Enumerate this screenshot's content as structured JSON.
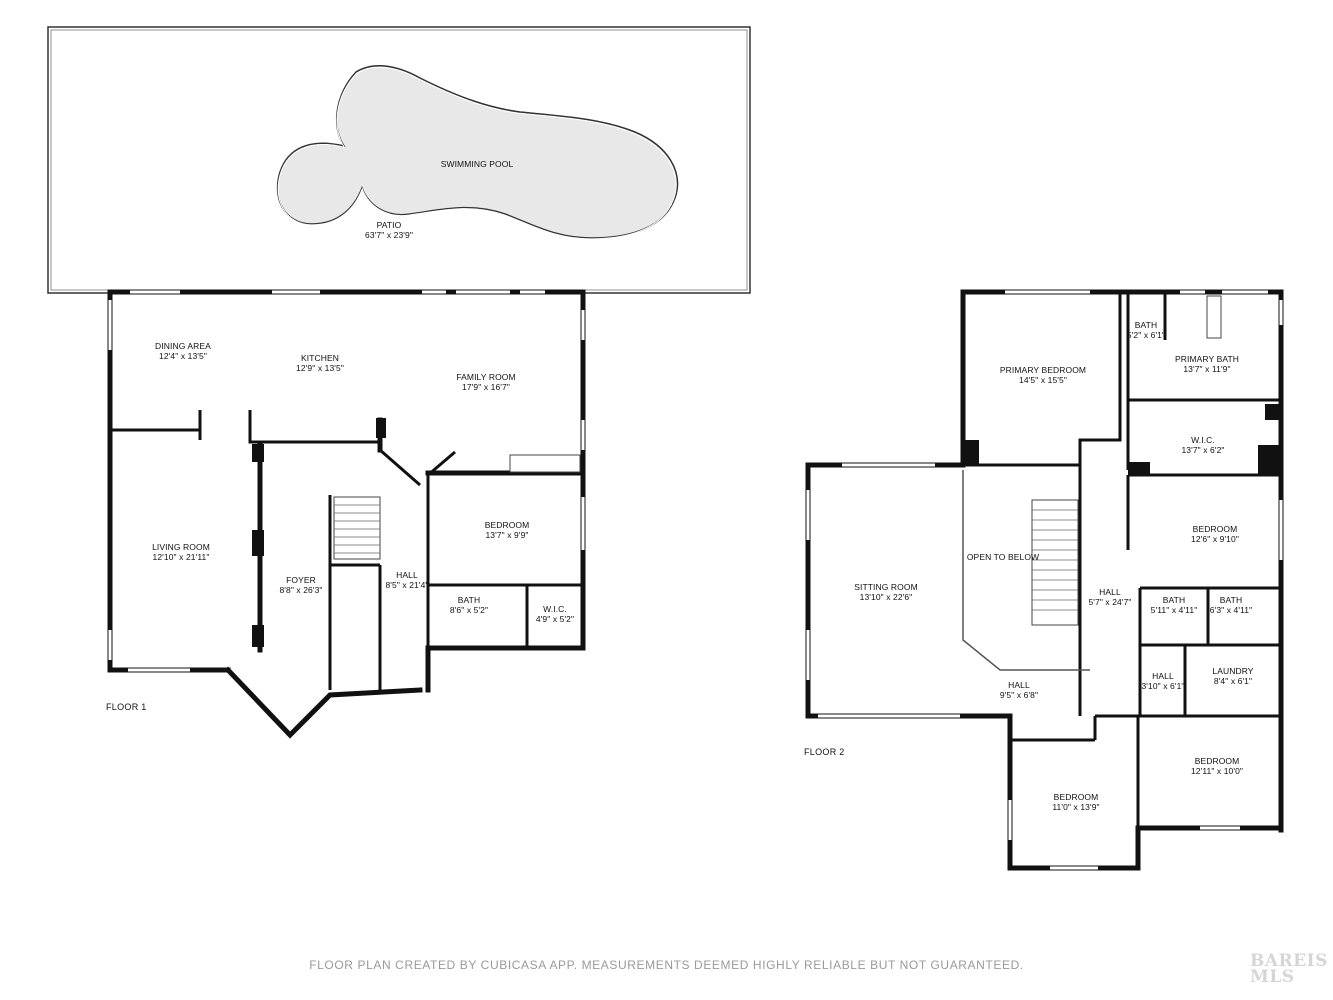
{
  "patio": {
    "name": "PATIO",
    "dims": "63'7\" x 23'9\""
  },
  "pool": {
    "name": "SWIMMING POOL"
  },
  "floor1": {
    "label": "FLOOR 1",
    "rooms": [
      {
        "name": "DINING AREA",
        "dims": "12'4\" x 13'5\""
      },
      {
        "name": "KITCHEN",
        "dims": "12'9\" x 13'5\""
      },
      {
        "name": "FAMILY ROOM",
        "dims": "17'9\" x 16'7\""
      },
      {
        "name": "LIVING ROOM",
        "dims": "12'10\" x 21'11\""
      },
      {
        "name": "FOYER",
        "dims": "8'8\" x 26'3\""
      },
      {
        "name": "HALL",
        "dims": "8'5\" x 21'4\""
      },
      {
        "name": "BEDROOM",
        "dims": "13'7\" x 9'9\""
      },
      {
        "name": "BATH",
        "dims": "8'6\" x 5'2\""
      },
      {
        "name": "W.I.C.",
        "dims": "4'9\" x 5'2\""
      }
    ]
  },
  "floor2": {
    "label": "FLOOR 2",
    "rooms": [
      {
        "name": "PRIMARY BEDROOM",
        "dims": "14'5\" x 15'5\""
      },
      {
        "name": "BATH",
        "dims": "5'2\" x 6'1\""
      },
      {
        "name": "PRIMARY BATH",
        "dims": "13'7\" x 11'9\""
      },
      {
        "name": "W.I.C.",
        "dims": "13'7\" x 6'2\""
      },
      {
        "name": "SITTING ROOM",
        "dims": "13'10\" x 22'6\""
      },
      {
        "name": "OPEN TO BELOW",
        "dims": ""
      },
      {
        "name": "HALL",
        "dims": "5'7\" x 24'7\""
      },
      {
        "name": "BEDROOM",
        "dims": "12'6\" x 9'10\""
      },
      {
        "name": "BATH",
        "dims": "5'11\" x 4'11\""
      },
      {
        "name": "BATH",
        "dims": "6'3\" x 4'11\""
      },
      {
        "name": "HALL",
        "dims": "3'10\" x 6'1\""
      },
      {
        "name": "LAUNDRY",
        "dims": "8'4\" x 6'1\""
      },
      {
        "name": "HALL",
        "dims": "9'5\" x 6'8\""
      },
      {
        "name": "BEDROOM",
        "dims": "11'0\" x 13'9\""
      },
      {
        "name": "BEDROOM",
        "dims": "12'11\" x 10'0\""
      }
    ]
  },
  "footer": "FLOOR PLAN CREATED BY CUBICASA APP. MEASUREMENTS DEEMED HIGHLY RELIABLE BUT NOT GUARANTEED.",
  "watermark": "BAREIS MLS",
  "colors": {
    "wall": "#111111",
    "pool": "#e8e8e8",
    "footer": "#9a9a9a"
  }
}
